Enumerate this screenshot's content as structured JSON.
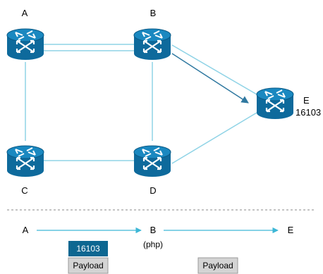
{
  "nodes": {
    "a": {
      "label": "A"
    },
    "b": {
      "label": "B"
    },
    "c": {
      "label": "C"
    },
    "d": {
      "label": "D"
    },
    "e": {
      "label": "E",
      "sublabel": "16103"
    }
  },
  "flow": {
    "a_label": "A",
    "b_label": "B",
    "b_sublabel": "(php)",
    "e_label": "E",
    "label_stack_top": "16103",
    "label_stack_payload": "Payload",
    "payload_after_php": "Payload"
  },
  "colors": {
    "router_fill": "#0e6a9c",
    "link": "#8fd3e6",
    "lsp_arrow": "#2f78a0",
    "label_box": "#0d6791",
    "payload_box": "#d4d4d4",
    "divider": "#8a8a8a"
  }
}
